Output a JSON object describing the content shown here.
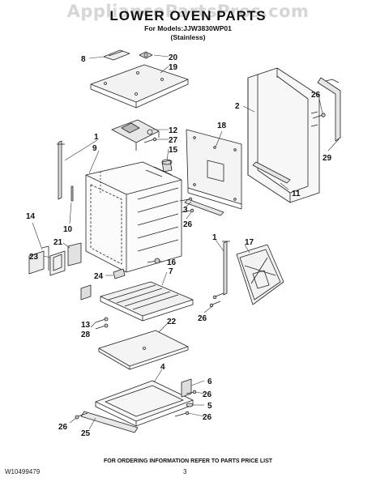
{
  "watermark": "AppliancePartsPros.com",
  "title": "LOWER OVEN PARTS",
  "models_line": "For Models:JJW3830WP01",
  "finish": "(Stainless)",
  "footer_note": "FOR ORDERING INFORMATION REFER TO PARTS PRICE LIST",
  "doc_code": "W10499479",
  "page_number": "3",
  "callouts": {
    "c8": "8",
    "c20": "20",
    "c19": "19",
    "c2": "2",
    "c26a": "26",
    "c29": "29",
    "c18": "18",
    "c12": "12",
    "c27": "27",
    "c15": "15",
    "c1a": "1",
    "c9": "9",
    "c11": "11",
    "c14": "14",
    "c10": "10",
    "c3": "3",
    "c26b": "26",
    "c23": "23",
    "c21": "21",
    "c16": "16",
    "c7": "7",
    "c24": "24",
    "c1b": "1",
    "c17": "17",
    "c26c": "26",
    "c13": "13",
    "c28": "28",
    "c22": "22",
    "c4": "4",
    "c6": "6",
    "c26d": "26",
    "c5": "5",
    "c26e": "26",
    "c26f": "26",
    "c25": "25"
  }
}
